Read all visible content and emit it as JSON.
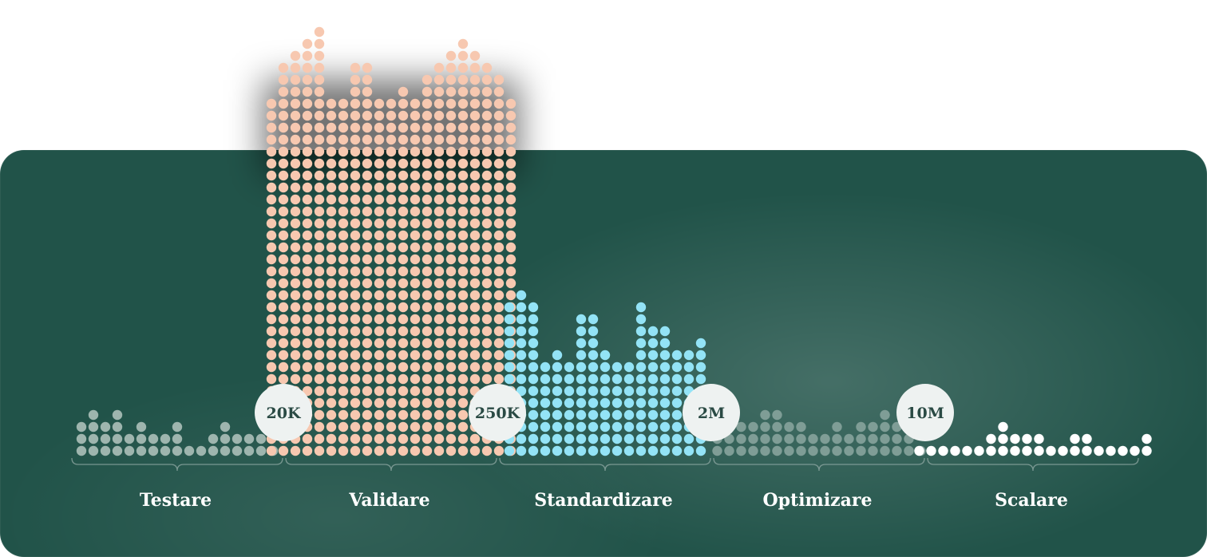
{
  "chart_data": {
    "type": "dot-histogram",
    "stages": [
      {
        "label": "Testare",
        "color": "#9eb5ae",
        "values": [
          3,
          4,
          3,
          4,
          2,
          3,
          2,
          2,
          3,
          1,
          1,
          2,
          3,
          2,
          2,
          2,
          1
        ]
      },
      {
        "label": "Validare",
        "color": "#f7c8b0",
        "values": [
          30,
          33,
          34,
          35,
          36,
          30,
          30,
          33,
          33,
          30,
          30,
          31,
          30,
          32,
          33,
          34,
          35,
          34,
          33,
          32,
          30
        ]
      },
      {
        "label": "Standardizare",
        "color": "#93e3f6",
        "values": [
          13,
          14,
          13,
          8,
          9,
          8,
          12,
          12,
          9,
          8,
          8,
          13,
          11,
          11,
          9,
          9,
          10
        ]
      },
      {
        "label": "Optimizare",
        "color": "#7f9d96",
        "values": [
          3,
          2,
          3,
          3,
          4,
          4,
          3,
          3,
          2,
          2,
          3,
          2,
          3,
          3,
          4,
          3,
          2,
          1
        ]
      },
      {
        "label": "Scalare",
        "color": "#ffffff",
        "values": [
          1,
          1,
          1,
          1,
          1,
          1,
          2,
          3,
          2,
          2,
          2,
          1,
          1,
          2,
          2,
          1,
          1,
          1,
          1,
          2
        ]
      }
    ],
    "thresholds": [
      "20K",
      "250K",
      "2M",
      "10M"
    ],
    "threshold_badge_color": "#eef2f1",
    "bracket_color": "#8fa8a2"
  }
}
